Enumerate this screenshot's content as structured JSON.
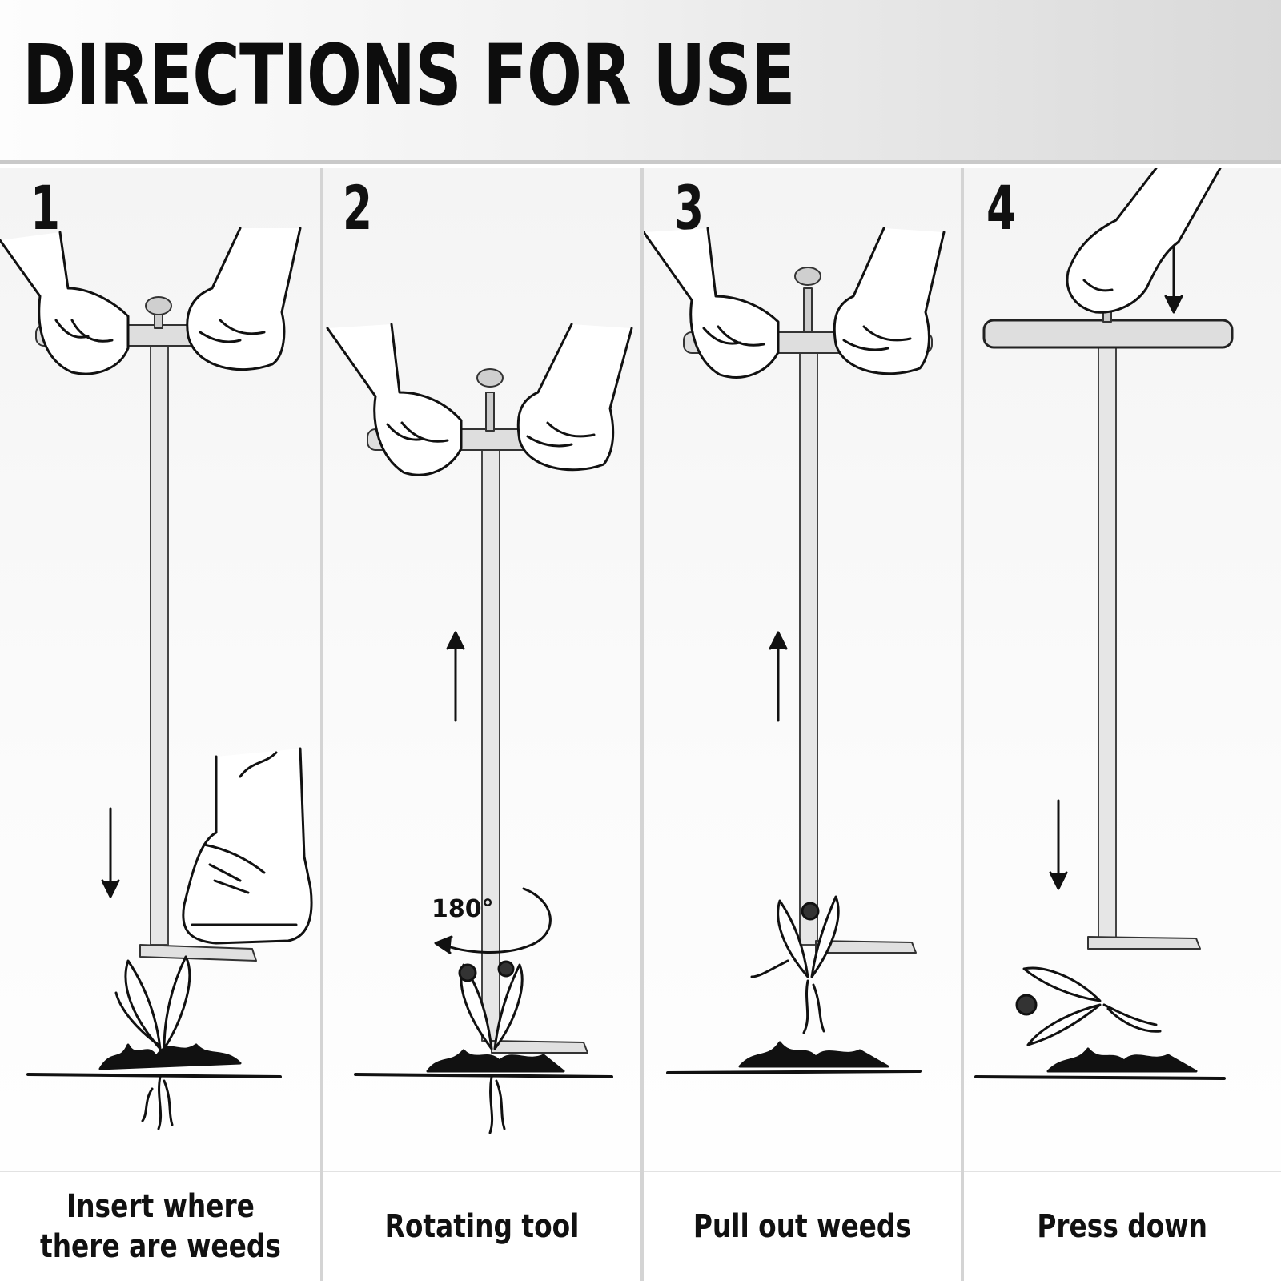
{
  "header": {
    "title": "DIRECTIONS FOR USE"
  },
  "steps": [
    {
      "number": "1",
      "caption": "Insert where\nthere are weeds"
    },
    {
      "number": "2",
      "caption": "Rotating tool",
      "rotation_label": "180°"
    },
    {
      "number": "3",
      "caption": "Pull out weeds"
    },
    {
      "number": "4",
      "caption": "Press down"
    }
  ],
  "colors": {
    "header_fade": "#d9d9d9",
    "divider": "#d4d4d4",
    "ink": "#111111"
  }
}
